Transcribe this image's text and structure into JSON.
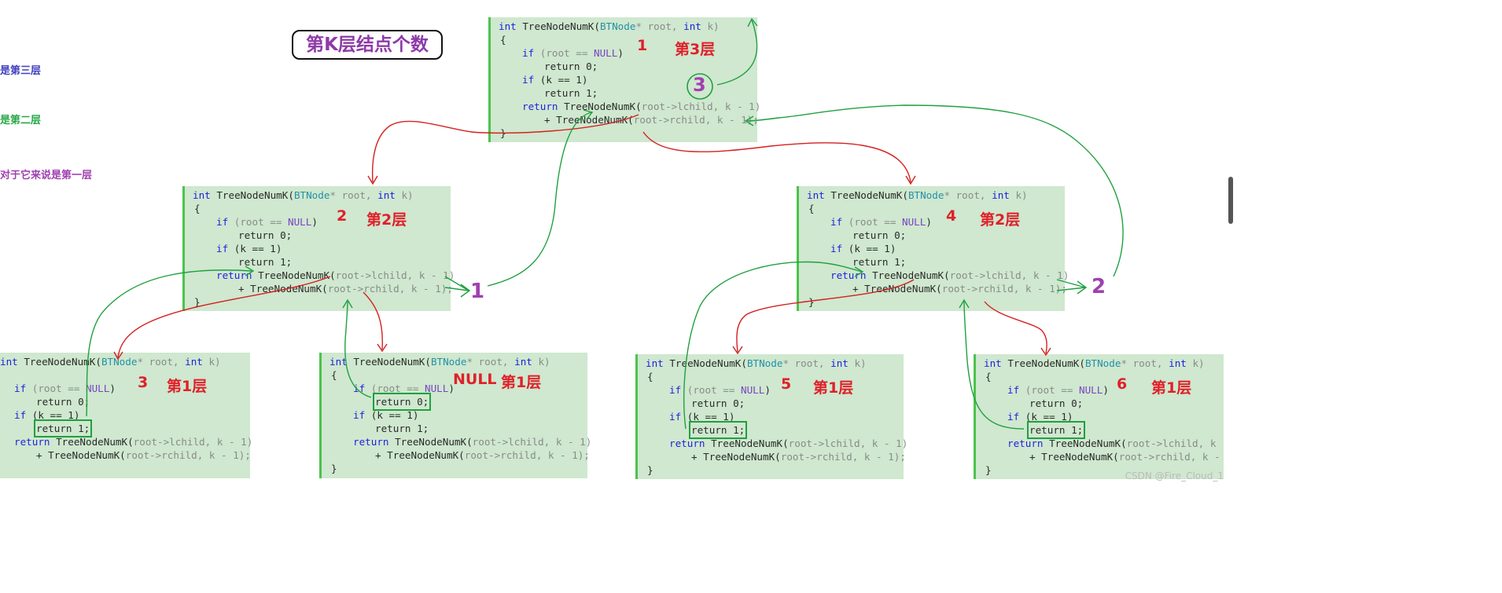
{
  "title": "第K层结点个数",
  "side_labels": [
    {
      "text": "是第三层",
      "color": "#4040c0"
    },
    {
      "text": "是第二层",
      "color": "#28a848"
    },
    {
      "text": "对于它来说是第一层",
      "color": "#a040b0"
    }
  ],
  "code": {
    "l1_int": "int",
    "l1_name": "TreeNodeNumK",
    "l1_type": "BTNode",
    "l1_rest1": "* root, ",
    "l1_int2": "int",
    "l1_k": " k)",
    "brace_open": "{",
    "if1": "if",
    "root_eq": " (root == ",
    "null": "NULL",
    "paren": ")",
    "ret0": "return 0;",
    "if2": "if",
    "k_eq": " (k == 1)",
    "ret1": "return 1;",
    "ret_kw": "return",
    "call1": " TreeNodeNumK(",
    "lchild": "root->lchild, ",
    "k_minus": "k - 1)",
    "plus": "+ TreeNodeNumK(",
    "rchild": "root->rchild, ",
    "k_minus_end": "k - 1);",
    "brace_close": "}"
  },
  "panels": [
    {
      "id": "p1",
      "num": "1",
      "level": "第3层"
    },
    {
      "id": "p2",
      "num": "2",
      "level": "第2层"
    },
    {
      "id": "p4",
      "num": "4",
      "level": "第2层"
    },
    {
      "id": "p3",
      "num": "3",
      "level": "第1层"
    },
    {
      "id": "pnull",
      "num": "NULL",
      "level": "第1层"
    },
    {
      "id": "p5",
      "num": "5",
      "level": "第1层"
    },
    {
      "id": "p6",
      "num": "6",
      "level": "第1层"
    }
  ],
  "return_values": {
    "left_subtree": "1",
    "right_subtree": "2",
    "root_result": "3"
  },
  "watermark": "CSDN @Fire_Cloud_1",
  "colors": {
    "panel_bg": "#cfe8cf",
    "red_arrow": "#d42020",
    "green_arrow": "#20a040",
    "purple": "#a040b0"
  }
}
